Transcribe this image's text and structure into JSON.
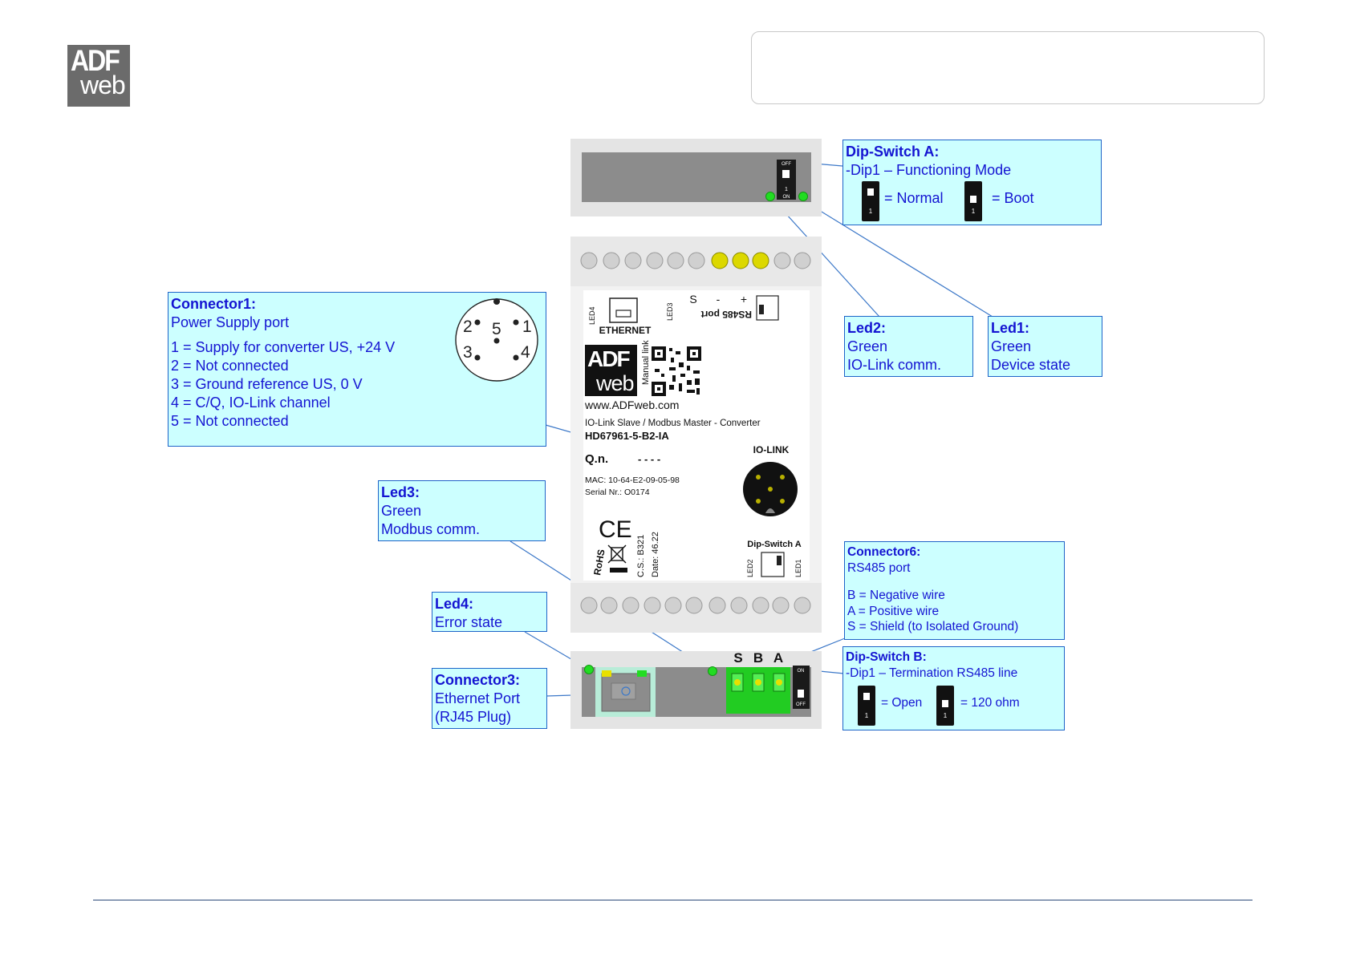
{
  "logo": {
    "line1": "ADF",
    "line2": "web"
  },
  "colors": {
    "callout_bg": "#ccffff",
    "callout_border": "#1e64c8",
    "callout_text": "#1414d2",
    "led_green": "#22dd22",
    "led_yellow": "#e8e000",
    "leader_line": "#3c78c8"
  },
  "callouts": {
    "dipA": {
      "title": "Dip-Switch A:",
      "line1": "-Dip1 – Functioning Mode",
      "normal": "= Normal",
      "boot": "= Boot"
    },
    "connector1": {
      "title": "Connector1:",
      "subtitle": "Power Supply port",
      "pins": [
        "1 = Supply for converter US, +24 V",
        "2 = Not connected",
        "3 = Ground reference US, 0 V",
        "4 = C/Q, IO-Link channel",
        "5 = Not connected"
      ],
      "pin_labels": [
        "1",
        "2",
        "3",
        "4",
        "5"
      ]
    },
    "led2": {
      "title": "Led2:",
      "line1": "Green",
      "line2": "IO-Link comm."
    },
    "led1": {
      "title": "Led1:",
      "line1": "Green",
      "line2": "Device state"
    },
    "led3": {
      "title": "Led3:",
      "line1": "Green",
      "line2": "Modbus comm."
    },
    "connector6": {
      "title": "Connector6:",
      "line1": "RS485 port",
      "line2": "B = Negative wire",
      "line3": "A = Positive wire",
      "line4": "S = Shield (to Isolated Ground)"
    },
    "led4": {
      "title": "Led4:",
      "line1": "Error state"
    },
    "dipB": {
      "title": "Dip-Switch B:",
      "line1": "-Dip1 – Termination RS485 line",
      "open": "= Open",
      "ohm": "= 120 ohm"
    },
    "connector3": {
      "title": "Connector3:",
      "line1": "Ethernet Port",
      "line2": "(RJ45 Plug)"
    }
  },
  "device": {
    "led4": "LED4",
    "led3": "LED3",
    "ethernet": "ETHERNET",
    "rs485_s": "S",
    "rs485_minus": "-",
    "rs485_plus": "+",
    "rs485_port": "RS485 port",
    "on_label": "ON",
    "off_label": "OFF",
    "one_label": "1",
    "manual_link": "Manual link",
    "brand_adf": "ADF",
    "brand_web": "web",
    "website": "www.ADFweb.com",
    "product_desc": "IO-Link Slave / Modbus Master - Converter",
    "product_code": "HD67961-5-B2-IA",
    "qn": "Q.n.",
    "qn_value": "- - - -",
    "mac": "MAC: 10-64-E2-09-05-98",
    "serial": "Serial Nr.: O0174",
    "iolink": "IO-LINK",
    "ce": "CE",
    "rohs": "RoHS",
    "cs": "C.S.: B321",
    "date": "Date: 46.22",
    "dipA_label": "Dip-Switch A",
    "led2": "LED2",
    "led1": "LED1",
    "terminal_s": "S",
    "terminal_b": "B",
    "terminal_a": "A"
  }
}
